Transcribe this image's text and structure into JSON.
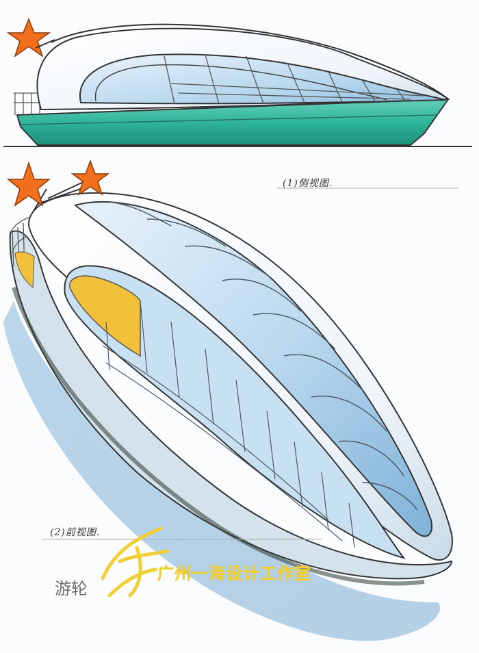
{
  "views": {
    "side_label": "(1)侧视图.",
    "front_label": "(2)前视图."
  },
  "caption": "游轮",
  "studio_name": "广州一海设计工作室",
  "colors": {
    "hull_green": "#2fb59b",
    "glass_blue": "#a9cfe8",
    "star_orange": "#f26f1d",
    "window_yellow": "#f2c03a",
    "watermark_yellow": "#f1cf33"
  }
}
